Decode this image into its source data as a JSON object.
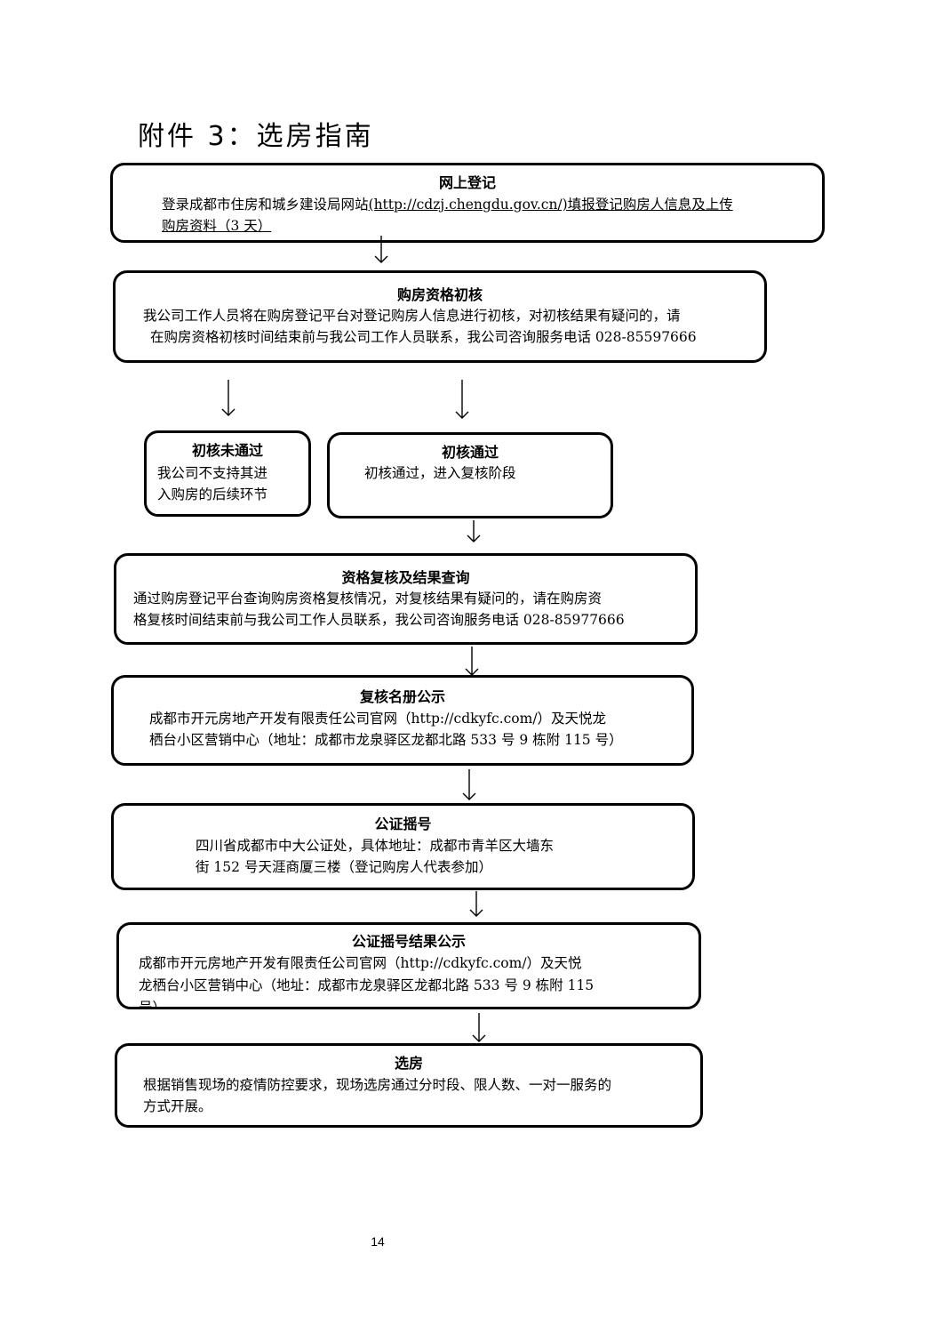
{
  "page": {
    "title": "附件 3：选房指南",
    "page_number": "14"
  },
  "steps": {
    "online_registration": {
      "title": "网上登记",
      "body_prefix": "登录成都市住房和城乡建设局网站",
      "body_link": "(http://cdzj.chengdu.gov.cn/)填报登记购房人信息及上传",
      "body_line2": "购房资料（3 天）"
    },
    "initial_review": {
      "title": "购房资格初核",
      "body_line1": "我公司工作人员将在购房登记平台对登记购房人信息进行初核，对初核结果有疑问的，请",
      "body_line2": "在购房资格初核时间结束前与我公司工作人员联系，我公司咨询服务电话 028-85597666"
    },
    "review_failed": {
      "title": "初核未通过",
      "body_line1": "我公司不支持其进",
      "body_line2": "入购房的后续环节"
    },
    "review_passed": {
      "title": "初核通过",
      "body_line1": "初核通过，进入复核阶段"
    },
    "recheck_query": {
      "title": "资格复核及结果查询",
      "body_line1": "通过购房登记平台查询购房资格复核情况，对复核结果有疑问的，请在购房资",
      "body_line2": "格复核时间结束前与我公司工作人员联系，我公司咨询服务电话 028-85977666"
    },
    "recheck_publicity": {
      "title": "复核名册公示",
      "body_line1": "成都市开元房地产开发有限责任公司官网（http://cdkyfc.com/）及天悦龙",
      "body_line2": "栖台小区营销中心（地址：成都市龙泉驿区龙都北路 533 号 9 栋附 115 号）"
    },
    "lottery": {
      "title": "公证摇号",
      "body_line1": "四川省成都市中大公证处，具体地址：成都市青羊区大墙东",
      "body_line2": "街 152 号天涯商厦三楼（登记购房人代表参加）"
    },
    "lottery_result": {
      "title": "公证摇号结果公示",
      "body_line1": "成都市开元房地产开发有限责任公司官网（http://cdkyfc.com/）及天悦",
      "body_line2": "龙栖台小区营销中心（地址：成都市龙泉驿区龙都北路 533 号 9 栋附 115",
      "body_line3": "号）"
    },
    "house_selection": {
      "title": "选房",
      "body_line1": "根据销售现场的疫情防控要求，现场选房通过分时段、限人数、一对一服务的",
      "body_line2": "方式开展。"
    }
  }
}
